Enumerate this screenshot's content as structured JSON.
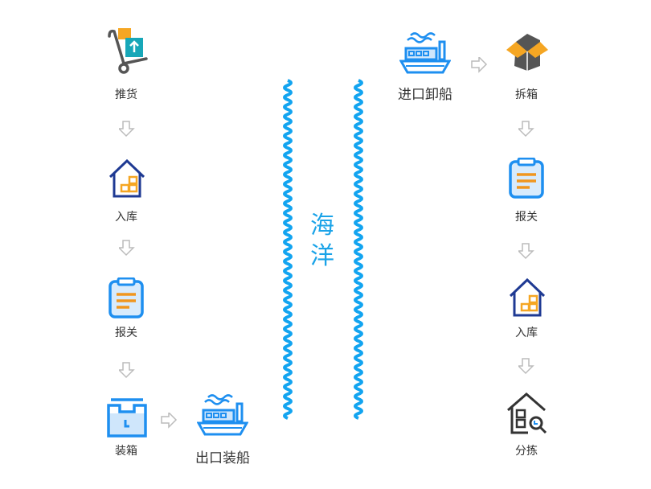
{
  "export_flow": [
    {
      "label": "推货",
      "icon": "hand-truck-icon"
    },
    {
      "label": "入库",
      "icon": "warehouse-icon"
    },
    {
      "label": "报关",
      "icon": "clipboard-icon"
    },
    {
      "label": "装箱",
      "icon": "container-box-icon"
    },
    {
      "label": "出口装船",
      "icon": "ship-icon"
    }
  ],
  "import_flow": [
    {
      "label": "进口卸船",
      "icon": "ship-icon"
    },
    {
      "label": "拆箱",
      "icon": "open-box-icon"
    },
    {
      "label": "报关",
      "icon": "clipboard-icon"
    },
    {
      "label": "入库",
      "icon": "warehouse-icon"
    },
    {
      "label": "分拣",
      "icon": "house-search-icon"
    }
  ],
  "ocean": {
    "label": "海洋"
  },
  "colors": {
    "blue": "#1e8ff0",
    "navy": "#1f3a93",
    "orange": "#f5a623",
    "teal": "#17a7b8",
    "gray": "#555555",
    "wave": "#12a4f0",
    "arrow": "#bbbbbb"
  }
}
